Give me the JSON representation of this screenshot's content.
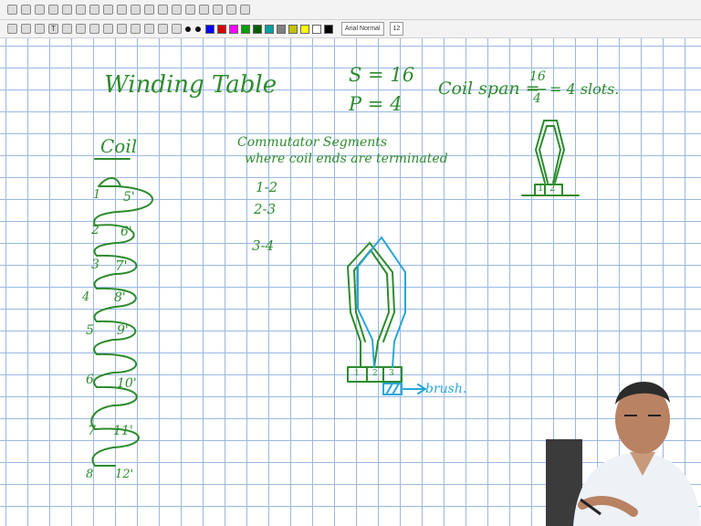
{
  "toolbar": {
    "font_name": "Arial Normal",
    "font_size": "12",
    "colors": [
      "#0000ff",
      "#d40000",
      "#ff00ff",
      "#00a000",
      "#006000",
      "#00a0a0",
      "#808080",
      "#c0c000",
      "#ffff00",
      "#ffffff",
      "#000000"
    ]
  },
  "board": {
    "title": "Winding Table",
    "s_value": "S = 16",
    "p_value": "P = 4",
    "coil_span_label": "Coil span =",
    "span_numerator": "16",
    "span_denominator": "4",
    "span_result": "= 4 slots.",
    "coil_heading": "Coil",
    "commutator_heading": "Commutator Segments",
    "commutator_subheading": "where coil ends are terminated",
    "segments": [
      "1-2",
      "2-3",
      "3-4"
    ],
    "coils": [
      {
        "start": "1",
        "end": "5'"
      },
      {
        "start": "2",
        "end": "6'"
      },
      {
        "start": "3",
        "end": "7'"
      },
      {
        "start": "4",
        "end": "8'"
      },
      {
        "start": "5",
        "end": "9'"
      },
      {
        "start": "6",
        "end": "10'"
      },
      {
        "start": "7",
        "end": "11'"
      },
      {
        "start": "8",
        "end": "12'"
      }
    ],
    "small_sketch_labels": [
      "1",
      "2"
    ],
    "large_sketch_labels": [
      "1",
      "2",
      "3"
    ],
    "brush_label": "brush."
  }
}
